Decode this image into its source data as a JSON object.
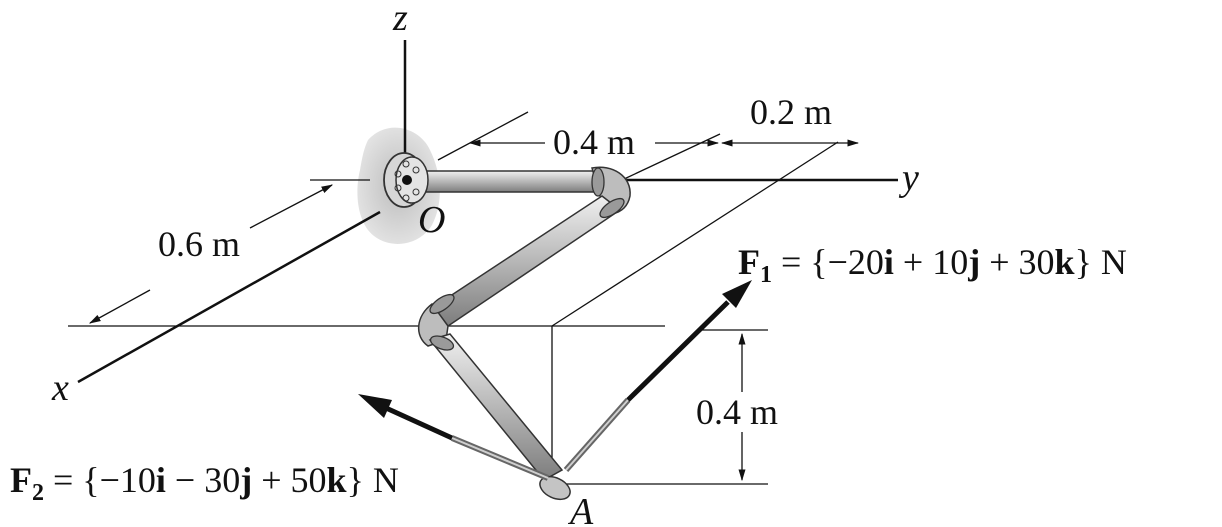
{
  "axes": {
    "x": "x",
    "y": "y",
    "z": "z"
  },
  "points": {
    "origin": "O",
    "end": "A"
  },
  "dimensions": {
    "seg_y": "0.4 m",
    "seg_y2": "0.2 m",
    "seg_x": "0.6 m",
    "height": "0.4 m"
  },
  "forces": {
    "F1": {
      "symbol": "F",
      "subscript": "1",
      "expr_a": " = {−20",
      "i": "i",
      "expr_b": " + 10",
      "j": "j",
      "expr_c": " + 30",
      "k": "k",
      "expr_d": "} N"
    },
    "F2": {
      "symbol": "F",
      "subscript": "2",
      "expr_a": " = {−10",
      "i": "i",
      "expr_b": " − 30",
      "j": "j",
      "expr_c": " + 50",
      "k": "k",
      "expr_d": "} N"
    }
  },
  "colors": {
    "line": "#111111",
    "pipe_fill": "#b9b9b9",
    "pipe_highlight": "#e6e6e6",
    "wall": "#cfcfcf"
  }
}
